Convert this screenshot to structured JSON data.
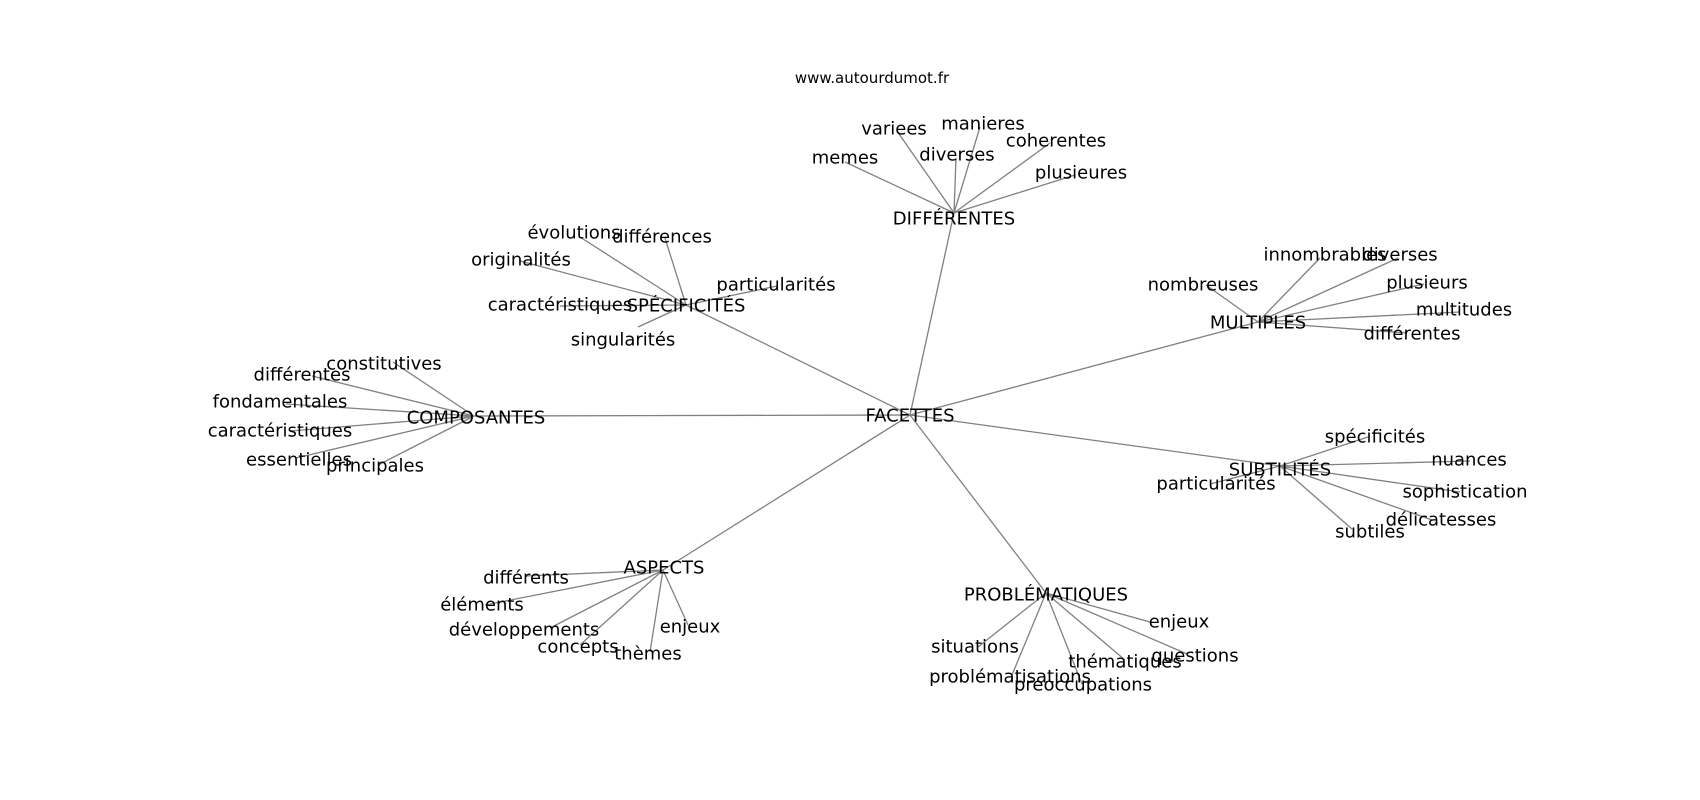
{
  "site": "www.autourdumot.fr",
  "colors": {
    "edge": "#808080",
    "text": "#000000",
    "background": "#ffffff"
  },
  "root": "FACETTES",
  "branches": [
    {
      "label": "DIFFÉRENTES",
      "leaves": [
        "memes",
        "variees",
        "manieres",
        "diverses",
        "coherentes",
        "plusieures"
      ]
    },
    {
      "label": "SPÉCIFICITÉS",
      "leaves": [
        "évolutions",
        "différences",
        "originalités",
        "particularités",
        "caractéristiques",
        "singularités"
      ]
    },
    {
      "label": "MULTIPLES",
      "leaves": [
        "innombrables",
        "diverses",
        "nombreuses",
        "plusieurs",
        "multitudes",
        "différentes"
      ]
    },
    {
      "label": "COMPOSANTES",
      "leaves": [
        "constitutives",
        "différentes",
        "fondamentales",
        "caractéristiques",
        "essentielles",
        "principales"
      ]
    },
    {
      "label": "SUBTILITÉS",
      "leaves": [
        "spécificités",
        "nuances",
        "particularités",
        "sophistication",
        "délicatesses",
        "subtiles"
      ]
    },
    {
      "label": "ASPECTS",
      "leaves": [
        "différents",
        "éléments",
        "développements",
        "concepts",
        "thèmes",
        "enjeux"
      ]
    },
    {
      "label": "PROBLÉMATIQUES",
      "leaves": [
        "enjeux",
        "situations",
        "thématiques",
        "questions",
        "problématisations",
        "preoccupations"
      ]
    }
  ]
}
